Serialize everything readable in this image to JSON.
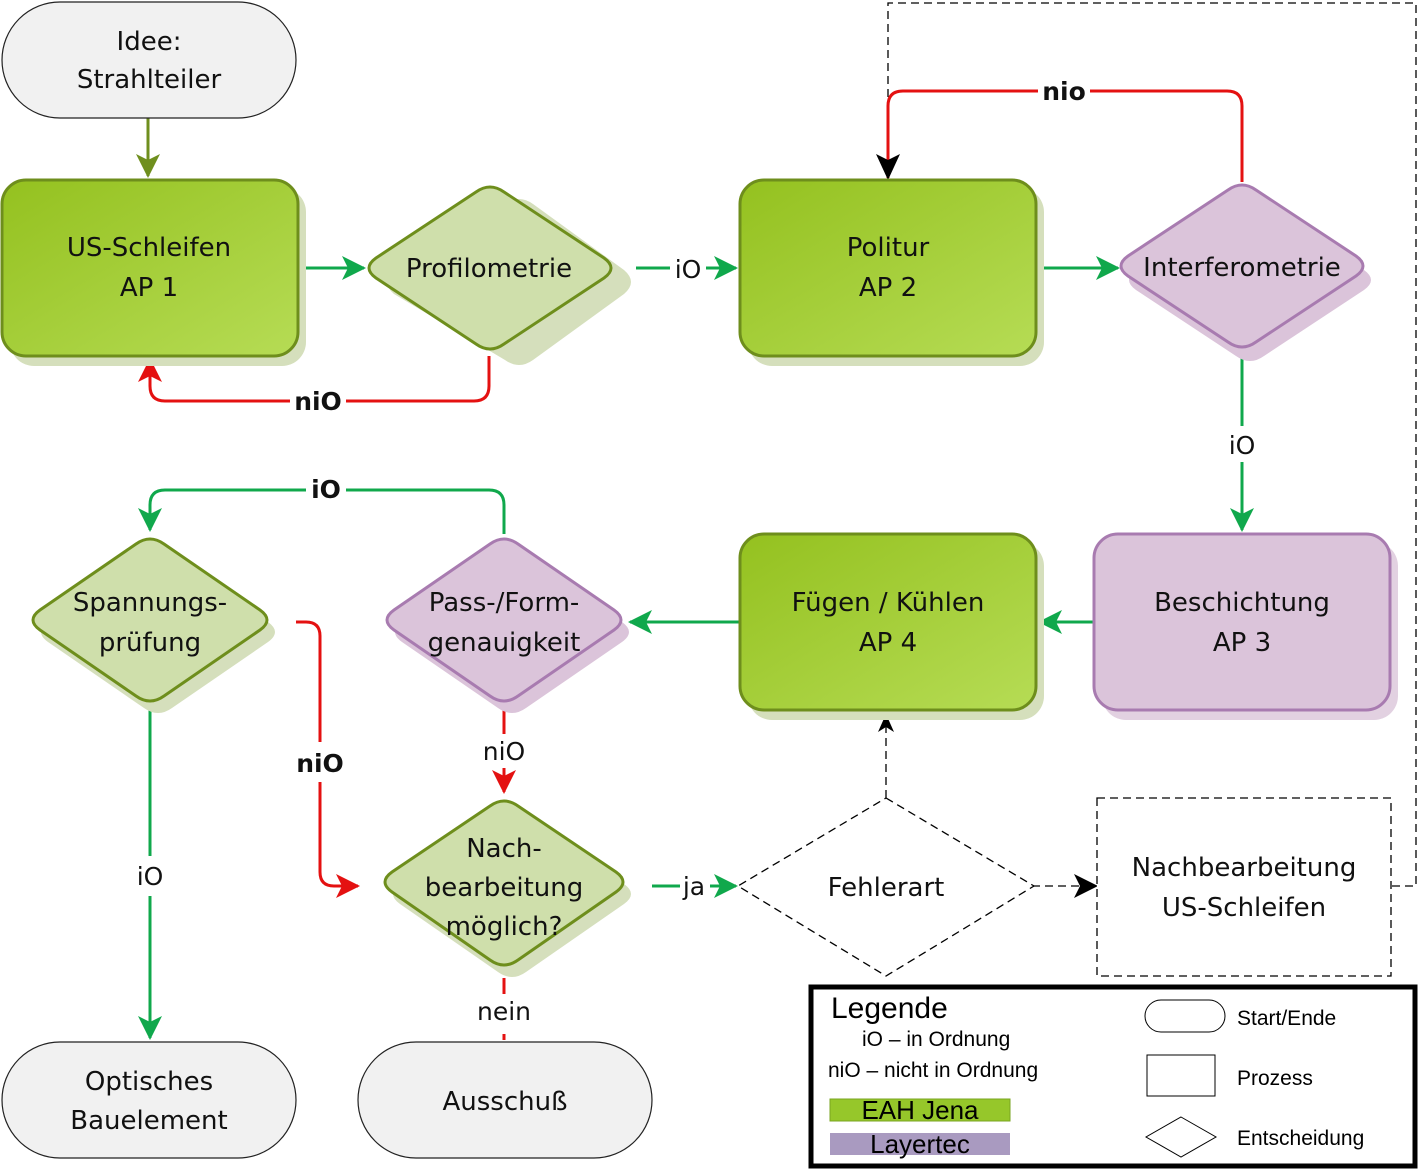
{
  "colors": {
    "eah_fill": "#9ac42a",
    "eah_fill_light": "#b4da55",
    "eah_stroke": "#6e8e1c",
    "eah_decision_fill": "#cfdfab",
    "layertec_fill": "#dbc4da",
    "layertec_stroke": "#a87bb0",
    "terminal_fill": "#f1f1f1",
    "io_edge": "#10a84c",
    "nio_edge": "#e41111",
    "start_edge": "#6f8f1e",
    "dashed": "#000000",
    "legend_eah": "#96c72a",
    "legend_layertec": "#a99ac0"
  },
  "nodes": {
    "idee": {
      "lines": [
        "Idee:",
        "Strahlteiler"
      ],
      "shape": "terminal"
    },
    "us_schleifen": {
      "lines": [
        "US-Schleifen",
        "AP 1"
      ],
      "shape": "process",
      "org": "EAH Jena"
    },
    "profilometrie": {
      "lines": [
        "Profilometrie"
      ],
      "shape": "decision",
      "org": "EAH Jena"
    },
    "politur": {
      "lines": [
        "Politur",
        "AP 2"
      ],
      "shape": "process",
      "org": "EAH Jena"
    },
    "interferometrie": {
      "lines": [
        "Interferometrie"
      ],
      "shape": "decision",
      "org": "Layertec"
    },
    "beschichtung": {
      "lines": [
        "Beschichtung",
        "AP 3"
      ],
      "shape": "process",
      "org": "Layertec"
    },
    "fuegen": {
      "lines": [
        "Fügen / Kühlen",
        "AP 4"
      ],
      "shape": "process",
      "org": "EAH Jena"
    },
    "pass_form": {
      "lines": [
        "Pass-/Form-",
        "genauigkeit"
      ],
      "shape": "decision",
      "org": "Layertec"
    },
    "spannung": {
      "lines": [
        "Spannungs-",
        "prüfung"
      ],
      "shape": "decision",
      "org": "EAH Jena"
    },
    "nachbearbeitung_moeglich": {
      "lines": [
        "Nach-",
        "bearbeitung",
        "möglich?"
      ],
      "shape": "decision",
      "org": "EAH Jena"
    },
    "fehlerart": {
      "lines": [
        "Fehlerart"
      ],
      "shape": "decision-dashed"
    },
    "nachbearbeitung_us": {
      "lines": [
        "Nachbearbeitung",
        "US-Schleifen"
      ],
      "shape": "process-dashed"
    },
    "optisches": {
      "lines": [
        "Optisches",
        "Bauelement"
      ],
      "shape": "terminal"
    },
    "ausschuss": {
      "lines": [
        "Ausschuß"
      ],
      "shape": "terminal"
    }
  },
  "edges": {
    "profil_io": "iO",
    "profil_nio": "niO",
    "interf_nio": "nio",
    "interf_io": "iO",
    "pass_io": "iO",
    "pass_nio": "niO",
    "spann_nio": "niO",
    "spann_io": "iO",
    "nach_ja": "ja",
    "nach_nein": "nein"
  },
  "legend": {
    "title": "Legende",
    "io_def": "iO – in Ordnung",
    "nio_def": "niO – nicht in Ordnung",
    "org_eah": "EAH Jena",
    "org_layertec": "Layertec",
    "shape_terminal": "Start/Ende",
    "shape_process": "Prozess",
    "shape_decision": "Entscheidung"
  }
}
